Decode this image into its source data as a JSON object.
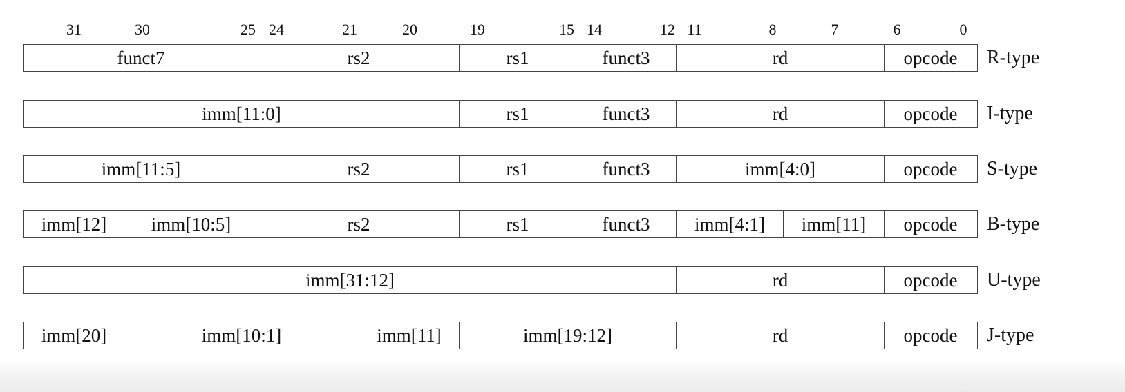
{
  "bit_numbers": [
    "31",
    "30",
    "25",
    "24",
    "21",
    "20",
    "19",
    "15",
    "14",
    "12",
    "11",
    "8",
    "7",
    "6",
    "0"
  ],
  "formats": [
    {
      "type": "R-type",
      "fields": [
        "funct7",
        "rs2",
        "rs1",
        "funct3",
        "rd",
        "opcode"
      ]
    },
    {
      "type": "I-type",
      "fields": [
        "imm[11:0]",
        "rs1",
        "funct3",
        "rd",
        "opcode"
      ]
    },
    {
      "type": "S-type",
      "fields": [
        "imm[11:5]",
        "rs2",
        "rs1",
        "funct3",
        "imm[4:0]",
        "opcode"
      ]
    },
    {
      "type": "B-type",
      "fields": [
        "imm[12]",
        "imm[10:5]",
        "rs2",
        "rs1",
        "funct3",
        "imm[4:1]",
        "imm[11]",
        "opcode"
      ]
    },
    {
      "type": "U-type",
      "fields": [
        "imm[31:12]",
        "rd",
        "opcode"
      ]
    },
    {
      "type": "J-type",
      "fields": [
        "imm[20]",
        "imm[10:1]",
        "imm[11]",
        "imm[19:12]",
        "rd",
        "opcode"
      ]
    }
  ]
}
